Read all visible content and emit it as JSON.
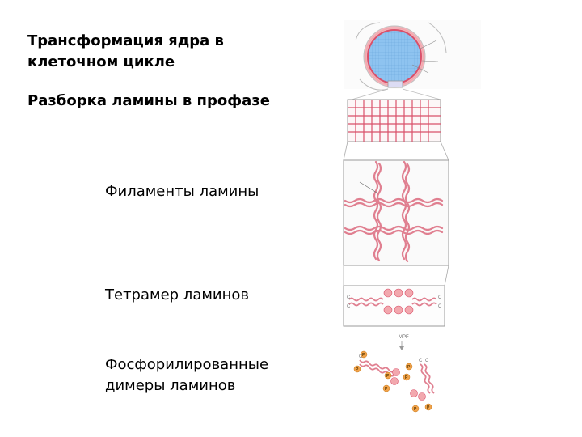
{
  "slide": {
    "title": "Трансформация ядра в клеточном цикле",
    "subtitle": "Разборка ламины в профазе",
    "labels": {
      "filaments": "Филаменты ламины",
      "tetramer": "Тетрамер ламинов",
      "dimers": "Фосфорилированные димеры ламинов"
    }
  },
  "figure": {
    "enzyme_label": "MPF",
    "c_terminus": "C",
    "phospho_mark": "P",
    "colors": {
      "lamina_red": "#d9506a",
      "nucleus_blue": "#8ec3f0",
      "globule_pink": "#f2a8ae",
      "phospho_orange": "#f2a34a",
      "frame_gray": "#9a9a9a"
    }
  }
}
